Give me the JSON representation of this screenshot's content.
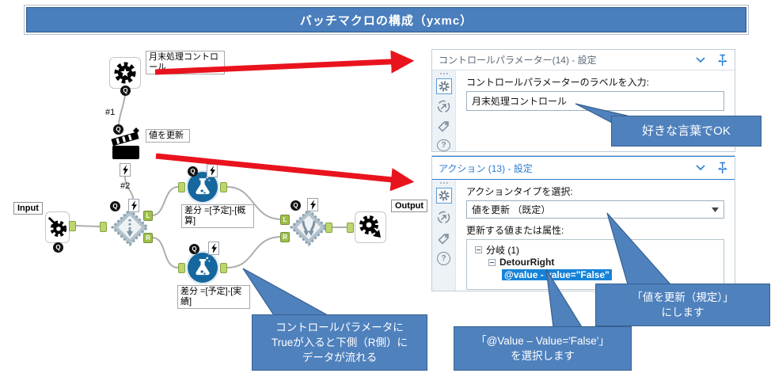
{
  "title": "バッチマクロの構成（yxmc）",
  "colors": {
    "accent_blue": "#4a7ebc",
    "callout_blue": "#4f81bd",
    "panel_active_blue": "#2b7cd3",
    "red_arrow": "#e9131d",
    "tree_selection": "#1683d8",
    "anchor_green": "#9ebf4a",
    "tool_blue": "#16679e"
  },
  "canvas": {
    "input_label": "Input",
    "output_label": "Output",
    "control_param_label": "月末処理コントロール",
    "action_tool_label": "値を更新",
    "formula_top_label": "差分 =[予定]-[概算]",
    "formula_bottom_label": "差分 =[予定]-[実績]",
    "conn1": "#1",
    "conn2": "#2",
    "anchor_q": "Q",
    "anchor_l": "L",
    "anchor_r": "R"
  },
  "control_panel": {
    "header": "コントロールパラメーター(14) - 設定",
    "prompt": "コントロールパラメーターのラベルを入力:",
    "value": "月末処理コントロール"
  },
  "action_panel": {
    "header": "アクション (13) - 設定",
    "type_prompt": "アクションタイプを選択:",
    "type_value": "値を更新 （既定）",
    "update_prompt": "更新する値または属性:",
    "tree": {
      "root": "分岐 (1)",
      "child": "DetourRight",
      "leaf": "@value - value=\"False\""
    }
  },
  "callouts": {
    "free_word": "好きな言葉でOK",
    "update_value": [
      "「値を更新（規定）」",
      "にします"
    ],
    "select_value": [
      "「@Value – Value='False'」",
      "を選択します"
    ],
    "flow": [
      "コントロールパラメータに",
      "Trueが入ると下側（R側）に",
      "データが流れる"
    ]
  }
}
